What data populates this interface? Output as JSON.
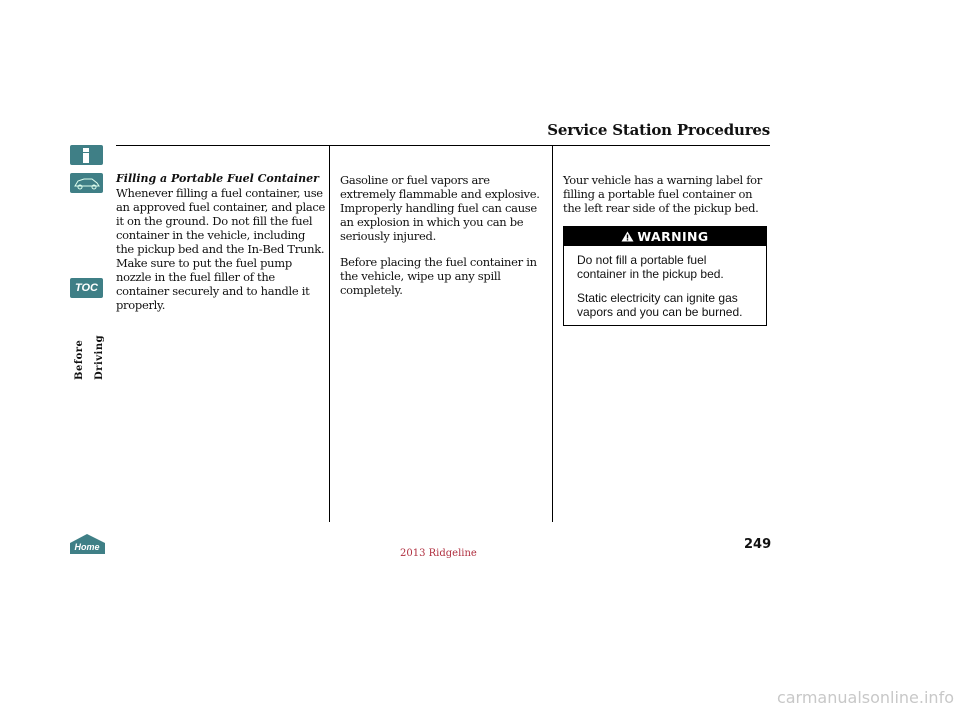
{
  "header": {
    "title": "Service Station Procedures",
    "page_number": "249"
  },
  "side_nav": {
    "toc_label": "TOC",
    "section_label": "Before Driving",
    "home_label": "Home"
  },
  "section": {
    "heading": "Filling a Portable Fuel Container",
    "column1": "Whenever filling a fuel container, use an approved fuel container, and place it on the ground. Do not fill the fuel container in the vehicle, including the pickup bed and the In-Bed Trunk. Make sure to put the fuel pump nozzle in the fuel filler of the container securely and to handle it properly.",
    "column2_p1": "Gasoline or fuel vapors are extremely flammable and explosive. Improperly handling fuel can cause an explosion in which you can be seriously injured.",
    "column2_p2": "Before placing the fuel container in the vehicle, wipe up any spill completely.",
    "column3": "Your vehicle has a warning label for filling a portable fuel container on the left rear side of the pickup bed."
  },
  "warning": {
    "label": "WARNING",
    "line1": "Do not fill a portable fuel container in the pickup bed.",
    "line2": "Static electricity can ignite gas vapors and you can be burned."
  },
  "footer": {
    "model": "2013 Ridgeline",
    "watermark": "carmanualsonline.info"
  },
  "colors": {
    "nav_button": "#3f7f86",
    "model_text": "#b03040"
  }
}
